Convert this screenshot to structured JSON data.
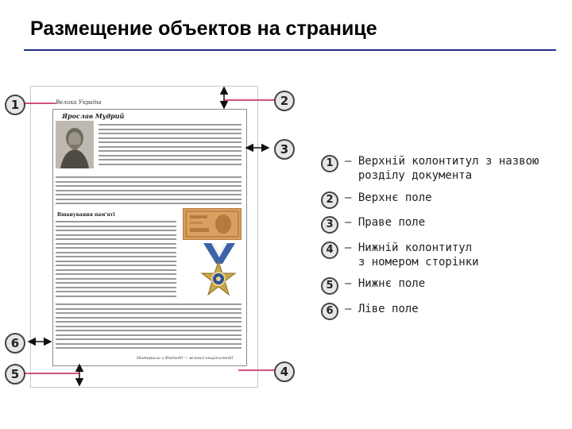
{
  "title": "Размещение объектов на странице",
  "page": {
    "header_text": "Велика Україна",
    "doc_heading": "Ярослав Мудрий",
    "sub_heading": "Вшанування пам'яті",
    "footer_text": "Матеріали з Вікіпедії — вільної енциклопедії"
  },
  "markers": [
    "1",
    "2",
    "3",
    "4",
    "5",
    "6"
  ],
  "legend": [
    {
      "num": "1",
      "dash": "–",
      "lines": [
        "Верхній колонтитул з назвою",
        "розділу документа"
      ]
    },
    {
      "num": "2",
      "dash": "–",
      "lines": [
        "Верхнє поле"
      ]
    },
    {
      "num": "3",
      "dash": "–",
      "lines": [
        "Праве поле"
      ]
    },
    {
      "num": "4",
      "dash": "–",
      "lines": [
        "Нижній колонтитул",
        "з номером сторінки"
      ]
    },
    {
      "num": "5",
      "dash": "–",
      "lines": [
        "Нижнє поле"
      ]
    },
    {
      "num": "6",
      "dash": "–",
      "lines": [
        "Ліве поле"
      ]
    }
  ],
  "colors": {
    "title_rule": "#1f2f8c",
    "callout_line": "#c2185b",
    "arrow": "#111111"
  }
}
